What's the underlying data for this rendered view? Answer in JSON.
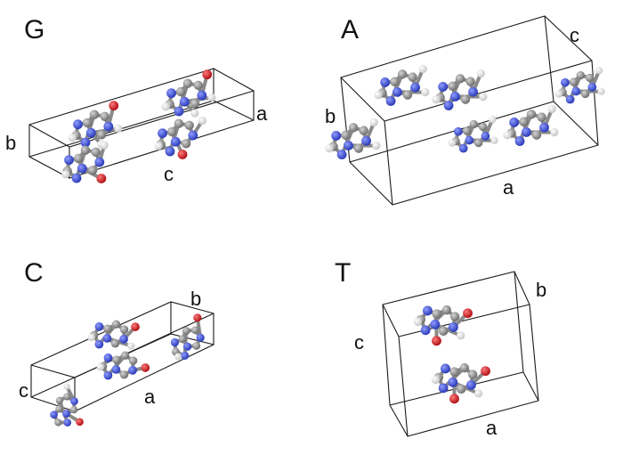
{
  "panels": {
    "g": {
      "title": "G",
      "axes": {
        "a": "a",
        "b": "b",
        "c": "c"
      }
    },
    "a": {
      "title": "A",
      "axes": {
        "a": "a",
        "b": "b",
        "c": "c"
      }
    },
    "c": {
      "title": "C",
      "axes": {
        "a": "a",
        "b": "b",
        "c": "c"
      }
    },
    "t": {
      "title": "T",
      "axes": {
        "a": "a",
        "b": "b",
        "c": "c"
      }
    }
  },
  "colors": {
    "carbon": "#8c8c8c",
    "nitrogen": "#3f52d6",
    "oxygen": "#d7262b",
    "hydrogen": "#f4f4f4",
    "cell_edge": "#1a1a1a"
  }
}
